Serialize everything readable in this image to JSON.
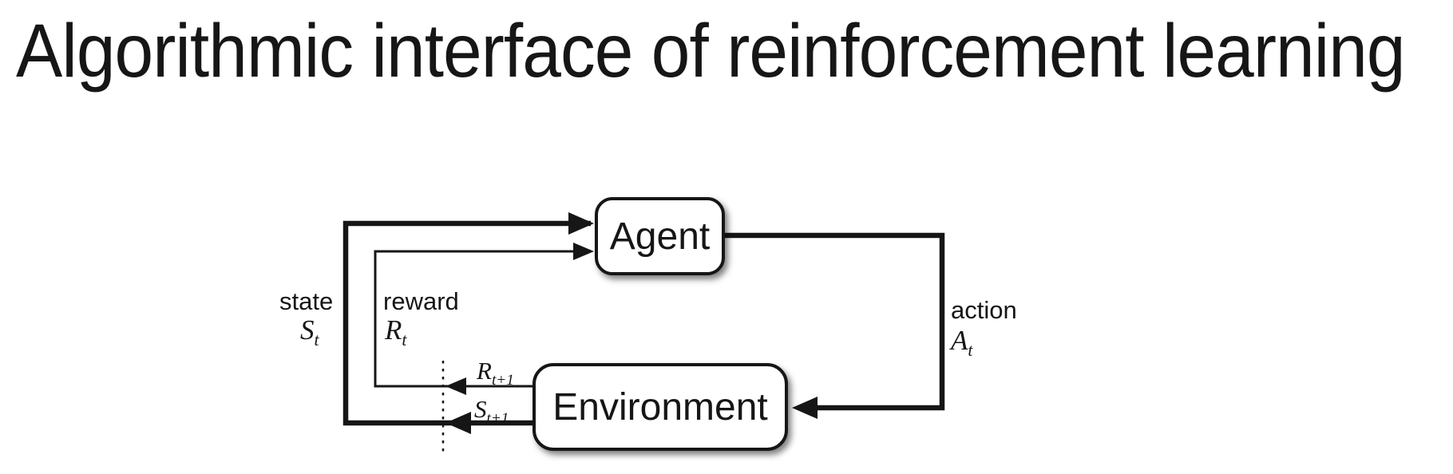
{
  "title": "Algorithmic interface of reinforcement learning",
  "diagram": {
    "agent_label": "Agent",
    "environment_label": "Environment",
    "state": {
      "word": "state",
      "base": "S",
      "sub": "t"
    },
    "reward": {
      "word": "reward",
      "base": "R",
      "sub": "t"
    },
    "action": {
      "word": "action",
      "base": "A",
      "sub": "t"
    },
    "next_reward": {
      "base": "R",
      "sub": "t+1"
    },
    "next_state": {
      "base": "S",
      "sub": "t+1"
    },
    "colors": {
      "ink": "#161616",
      "background": "#ffffff"
    }
  }
}
